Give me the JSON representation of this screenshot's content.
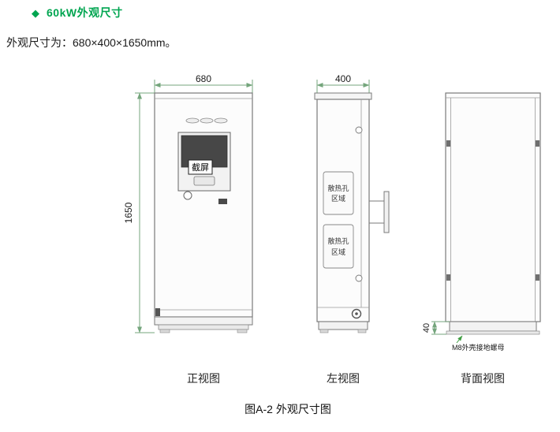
{
  "header": {
    "bullet": "◆",
    "title": "60kW外观尺寸",
    "subtitle": "外观尺寸为：680×400×1650mm。"
  },
  "views": {
    "front": {
      "label": "正视图",
      "width_dim": "680",
      "height_dim": "1650",
      "screen_overlay": "截屏"
    },
    "left": {
      "label": "左视图",
      "depth_dim": "400",
      "vent_area_line1": "散热孔",
      "vent_area_line2": "区域"
    },
    "back": {
      "label": "背面视图",
      "base_height_dim": "40",
      "ground_nut_label": "M8外壳接地螺母"
    }
  },
  "caption": "图A-2 外观尺寸图",
  "colors": {
    "accent_green": "#00a550",
    "dimension_line": "#74a57c",
    "leader_arrow": "#3f9d42",
    "drawing_line": "#7a7a7a"
  }
}
